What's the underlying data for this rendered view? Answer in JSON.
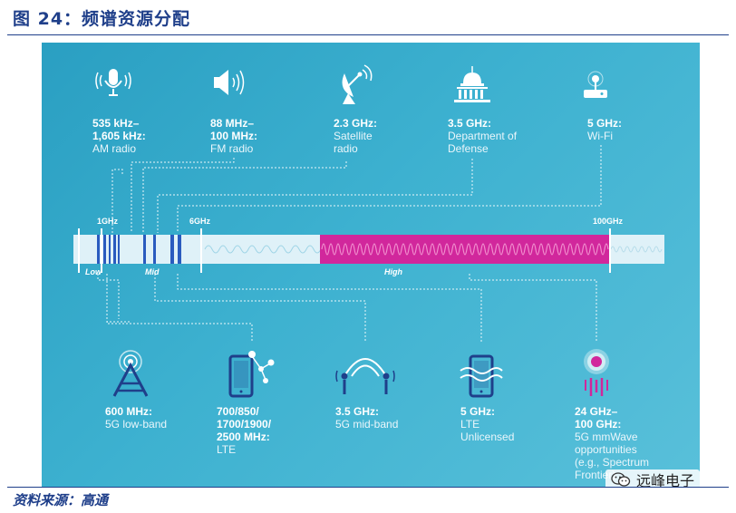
{
  "figure": {
    "title": "图 24：频谱资源分配",
    "source": "资料来源：高通"
  },
  "top_items": [
    {
      "icon": "microphone-icon",
      "bold": [
        "535 kHz–",
        "1,605 kHz:"
      ],
      "normal": [
        "AM radio"
      ]
    },
    {
      "icon": "speaker-icon",
      "bold": [
        "88 MHz–",
        "100 MHz:"
      ],
      "normal": [
        "FM radio"
      ]
    },
    {
      "icon": "satellite-dish-icon",
      "bold": [
        "2.3 GHz:"
      ],
      "normal": [
        "Satellite",
        "radio"
      ]
    },
    {
      "icon": "capitol-building-icon",
      "bold": [
        "3.5 GHz:"
      ],
      "normal": [
        "Department of",
        "Defense"
      ]
    },
    {
      "icon": "wifi-router-icon",
      "bold": [
        "5 GHz:"
      ],
      "normal": [
        "Wi-Fi"
      ]
    }
  ],
  "spectrum": {
    "ticks": [
      "1GHz",
      "6GHz",
      "100GHz"
    ],
    "zones": [
      "Low",
      "Mid",
      "High"
    ],
    "colors": {
      "bar": "#dff1f8",
      "high": "#d1279c",
      "accent": "#2a5bbf"
    }
  },
  "bottom_items": [
    {
      "icon": "cell-tower-icon",
      "bold": [
        "600 MHz:"
      ],
      "normal": [
        "5G low-band"
      ]
    },
    {
      "icon": "smartphone-icon",
      "bold": [
        "700/850/",
        "1700/1900/",
        "2500 MHz:"
      ],
      "normal": [
        "LTE"
      ]
    },
    {
      "icon": "antenna-arcs-icon",
      "bold": [
        "3.5 GHz:"
      ],
      "normal": [
        "5G mid-band"
      ]
    },
    {
      "icon": "phone-wireless-icon",
      "bold": [
        "5 GHz:"
      ],
      "normal": [
        "LTE",
        "Unlicensed"
      ]
    },
    {
      "icon": "mmwave-emitter-icon",
      "bold": [
        "24 GHz–",
        "100 GHz:"
      ],
      "normal": [
        "5G mmWave",
        "opportunities",
        "(e.g., Spectrum",
        "Frontier)"
      ]
    }
  ],
  "watermark": {
    "text": "远峰电子",
    "icon": "wechat-icon"
  }
}
